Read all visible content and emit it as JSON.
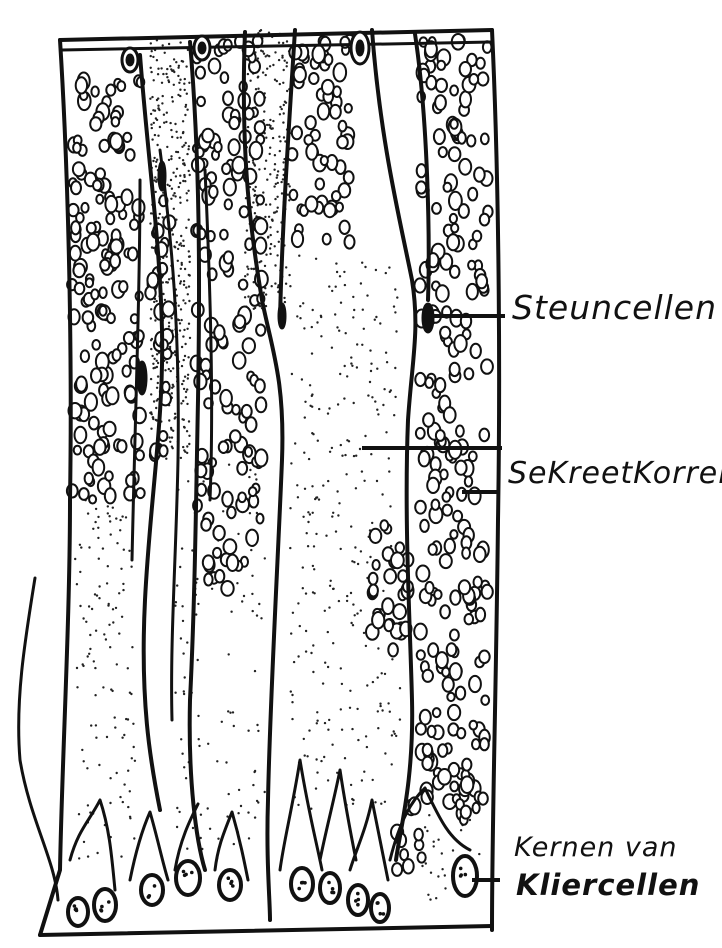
{
  "diagram": {
    "labels": {
      "steuncellen": "Steuncellen",
      "sekreetkorrels": "SeKreetKorrels",
      "kernen_line1": "Kernen van",
      "kernen_line2": "Kliercellen"
    },
    "colors": {
      "ink": "#111111",
      "background": "#ffffff"
    }
  }
}
